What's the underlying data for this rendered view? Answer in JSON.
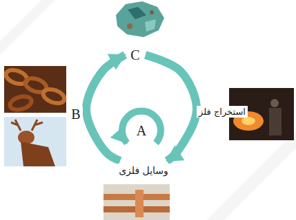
{
  "diagram": {
    "nodes": [
      {
        "text": [
          "C"
        ]
      },
      {
        "text": [
          "وسایل فلزی"
        ]
      }
    ],
    "edges": [
      {
        "from": 0,
        "to": 1,
        "arrow": "to",
        "label": "استخراج فلز"
      },
      {
        "from": 1,
        "to": 0,
        "arrow": "to",
        "label": "B"
      }
    ],
    "labels": [
      "A"
    ]
  }
}
